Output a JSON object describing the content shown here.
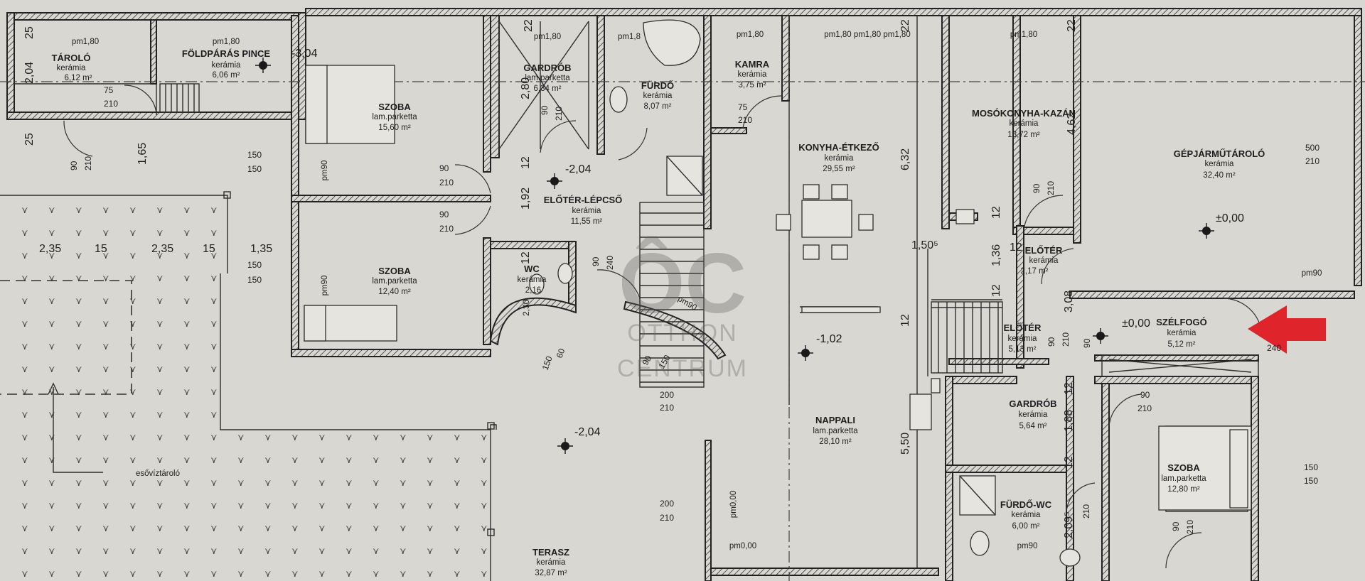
{
  "rooms": [
    {
      "id": "taroló",
      "name": "TÁROLÓ",
      "finish": "kerámia",
      "area": "6,12 m²",
      "height": "pm1,80"
    },
    {
      "id": "pince",
      "name": "FÖLDPÁRÁS PINCE",
      "finish": "kerámia",
      "area": "6,06 m²",
      "height": "pm1,80",
      "level": "-3,04"
    },
    {
      "id": "szoba1",
      "name": "SZOBA",
      "finish": "lam.parketta",
      "area": "15,60 m²"
    },
    {
      "id": "gardrob1",
      "name": "GARDRÓB",
      "finish": "lam.parketta",
      "area": "6,34 m²",
      "height": "pm1,80"
    },
    {
      "id": "furdo",
      "name": "FÜRDŐ",
      "finish": "kerámia",
      "area": "8,07 m²",
      "height": "pm1,8"
    },
    {
      "id": "kamra",
      "name": "KAMRA",
      "finish": "kerámia",
      "area": "3,75 m²",
      "height": "pm1,80"
    },
    {
      "id": "konyha",
      "name": "KONYHA-ÉTKEZŐ",
      "finish": "kerámia",
      "area": "29,55 m²",
      "height": "pm1,80 pm1,80 pm1,80"
    },
    {
      "id": "moso",
      "name": "MOSÓKONYHA-KAZÁN",
      "finish": "kerámia",
      "area": "13,72 m²",
      "height": "pm1,80"
    },
    {
      "id": "garazs",
      "name": "GÉPJÁRMŰTÁROLÓ",
      "finish": "kerámia",
      "area": "32,40 m²"
    },
    {
      "id": "eloter_lepcso",
      "name": "ELŐTÉR-LÉPCSŐ",
      "finish": "kerámia",
      "area": "11,55 m²"
    },
    {
      "id": "szoba2",
      "name": "SZOBA",
      "finish": "lam.parketta",
      "area": "12,40 m²"
    },
    {
      "id": "wc",
      "name": "WC",
      "finish": "kerámia",
      "area": "2,16"
    },
    {
      "id": "eloter1",
      "name": "ELŐTÉR",
      "finish": "kerámia",
      "area": "2,17 m²"
    },
    {
      "id": "eloter2",
      "name": "ELŐTÉR",
      "finish": "kerámia",
      "area": "5,13 m²"
    },
    {
      "id": "szelfogo",
      "name": "SZÉLFOGÓ",
      "finish": "kerámia",
      "area": "5,12 m²"
    },
    {
      "id": "gardrob2",
      "name": "GARDRÓB",
      "finish": "kerámia",
      "area": "5,64 m²"
    },
    {
      "id": "nappali",
      "name": "NAPPALI",
      "finish": "lam.parketta",
      "area": "28,10 m²"
    },
    {
      "id": "furdo_wc",
      "name": "FÜRDŐ-WC",
      "finish": "kerámia",
      "area": "6,00 m²"
    },
    {
      "id": "szoba3",
      "name": "SZOBA",
      "finish": "lam.parketta",
      "area": "12,80 m²"
    },
    {
      "id": "terasz",
      "name": "TERASZ",
      "finish": "kerámia",
      "area": "32,87 m²"
    }
  ],
  "levels": {
    "lepcso": "-2,04",
    "terasz": "-2,04",
    "nappali": "-1,02",
    "garazs": "±0,00",
    "szelfogo": "±0,00"
  },
  "labels": {
    "esoviz": "esővíztároló",
    "pm90": "pm90",
    "pm0": "pm0,00"
  },
  "dimensions": {
    "d_25a": "25",
    "d_204": "2,04",
    "d_25b": "25",
    "d_75": "75",
    "d_210a": "210",
    "d_90a": "90",
    "d_210b": "210",
    "d_165": "1,65",
    "d_150a": "150",
    "d_150b": "150",
    "d_235a": "2,35",
    "d_15a": "15",
    "d_235b": "2,35",
    "d_15b": "15",
    "d_135": "1,35",
    "d_150c": "150",
    "d_150d": "150",
    "d_90b": "90",
    "d_210c": "210",
    "d_90c": "90",
    "d_210d": "210",
    "d_22a": "22",
    "d_280": "2,80",
    "d_90d": "90",
    "d_210e": "210",
    "d_12a": "12",
    "d_192": "1,92",
    "d_12b": "12",
    "d_230": "2,30",
    "d_90e": "90",
    "d_240": "240",
    "d_60": "60",
    "d_150e": "150",
    "d_90f": "90",
    "d_150f": "150",
    "d_200a": "200",
    "d_210f": "210",
    "d_200b": "200",
    "d_210g": "210",
    "d_75b": "75",
    "d_210h": "210",
    "d_22b": "22",
    "d_632": "6,32",
    "d_150g": "1,50⁵",
    "d_12c": "12",
    "d_550": "5,50",
    "d_22c": "22",
    "d_462": "4,62",
    "d_90g": "90",
    "d_210i": "210",
    "d_12d": "12",
    "d_12e": "12",
    "d_136": "1,36",
    "d_12f": "12",
    "d_90h": "90",
    "d_210j": "210",
    "d_308": "3,08",
    "d_90i": "90",
    "d_12g": "12",
    "d_188": "1,88",
    "d_12h": "12",
    "d_209": "2,09⁵",
    "d_210k": "210",
    "d_500": "500",
    "d_210l": "210",
    "d_90j": "90",
    "d_210m": "210",
    "d_240b": "240",
    "d_150h": "150",
    "d_150i": "150",
    "d_90k": "90",
    "d_210n": "210",
    "d_pm90b": "pm90",
    "d_pm90c": "pm90"
  },
  "watermark": {
    "monogram": "ÔC",
    "line1": "OTTHON",
    "line2": "CENTRUM"
  },
  "colors": {
    "paper": "#d9d7d2",
    "ink": "#2b2b2b",
    "arrow": "#e0242b"
  }
}
